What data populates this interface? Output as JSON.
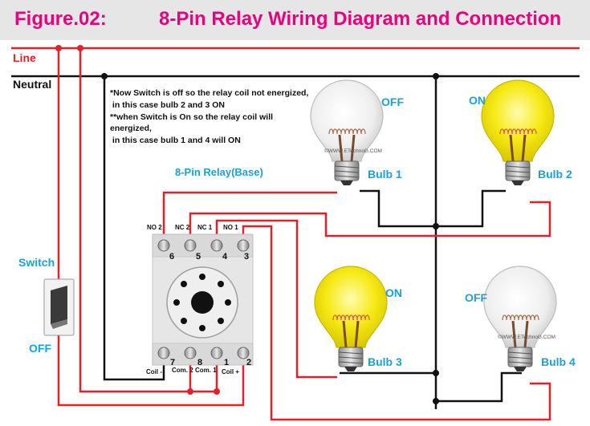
{
  "header": {
    "figure": "Figure.02:",
    "title": "8-Pin Relay Wiring Diagram and Connection"
  },
  "lines": {
    "line": "Line",
    "neutral": "Neutral"
  },
  "notes": [
    "*Now Switch is off so the relay coil not energized,",
    " in this case bulb 2 and 3 ON",
    "**when Switch is On so the relay coil will",
    "energized,",
    " in this case bulb 1 and 4 will ON"
  ],
  "relay": {
    "title": "8-Pin Relay(Base)",
    "top_labels": [
      "NO 2",
      "NC 2",
      "NC 1",
      "NO 1"
    ],
    "top_pins": [
      "6",
      "5",
      "4",
      "3"
    ],
    "bottom_pins": [
      "7",
      "8",
      "1",
      "2"
    ],
    "bottom_labels": [
      "Coil -",
      "Com. 2",
      "Com. 1",
      "Coil +"
    ]
  },
  "switch": {
    "label": "Switch",
    "state": "OFF"
  },
  "bulbs": [
    {
      "name": "Bulb 1",
      "state": "OFF",
      "lit": false,
      "watermark": "©WWW.ETechnoG.COM"
    },
    {
      "name": "Bulb 2",
      "state": "ON",
      "lit": true,
      "watermark": ""
    },
    {
      "name": "Bulb 3",
      "state": "ON",
      "lit": true,
      "watermark": ""
    },
    {
      "name": "Bulb 4",
      "state": "OFF",
      "lit": false,
      "watermark": "©WWW.ETechnoG.COM"
    }
  ],
  "colors": {
    "accent": "#e6007e",
    "label_blue": "#1ba1d7",
    "line_red": "#e4212b",
    "neutral_black": "#111111",
    "bulb_on": "#f7ea16",
    "bulb_off": "#f2f2f2",
    "relay_base": "#d9d9d9"
  }
}
